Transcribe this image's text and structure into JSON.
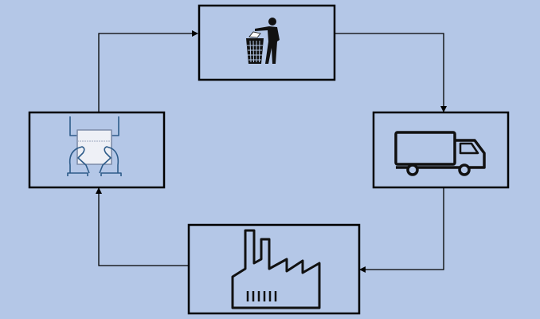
{
  "diagram": {
    "type": "cycle",
    "background": "#b4c7e7",
    "stroke": "#000000",
    "icon_color": "#2e5c8a",
    "nodes": [
      {
        "id": "dispose",
        "icon": "litter-bin-person-icon"
      },
      {
        "id": "transport",
        "icon": "truck-icon"
      },
      {
        "id": "factory",
        "icon": "factory-icon"
      },
      {
        "id": "receive",
        "icon": "hands-holding-package-icon"
      }
    ],
    "edges": [
      {
        "from": "dispose",
        "to": "transport"
      },
      {
        "from": "transport",
        "to": "factory"
      },
      {
        "from": "factory",
        "to": "receive"
      },
      {
        "from": "receive",
        "to": "dispose"
      }
    ]
  }
}
